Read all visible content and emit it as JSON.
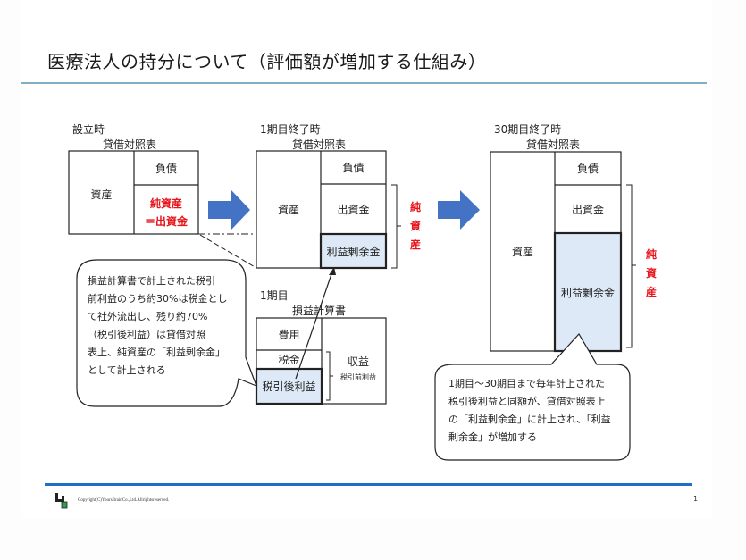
{
  "page": {
    "title": "医療法人の持分について（評価額が増加する仕組み）",
    "page_number": "1",
    "copyright": "Copyright(C)YoursBrainCo.,Ltd.Allrightsreserved.",
    "logo_icon": "company-logo-icon"
  },
  "colors": {
    "accent_rule": "#7fb0c8",
    "footer_rule": "#1f6fc5",
    "arrow_fill": "#4472c4",
    "highlight_fill": "#dde9f6",
    "red_text": "#e8141b"
  },
  "establishment": {
    "heading": "設立時",
    "subtitle": "貸借対照表",
    "assets": "資産",
    "liabilities": "負債",
    "net_assets_line1": "純資産",
    "net_assets_line2": "＝出資金"
  },
  "period1": {
    "heading": "1期目終了時",
    "subtitle": "貸借対照表",
    "assets": "資産",
    "liabilities": "負債",
    "capital": "出資金",
    "retained_earnings": "利益剰余金",
    "net_assets_vertical": [
      "純",
      "資",
      "産"
    ]
  },
  "period30": {
    "heading": "30期目終了時",
    "subtitle": "貸借対照表",
    "assets": "資産",
    "liabilities": "負債",
    "capital": "出資金",
    "retained_earnings": "利益剰余金",
    "net_assets_vertical": [
      "純",
      "資",
      "産"
    ]
  },
  "income_statement": {
    "heading": "1期目",
    "subtitle": "損益計算書",
    "expenses": "費用",
    "tax": "税金",
    "after_tax_profit": "税引後利益",
    "revenue": "収益",
    "pretax_profit": "税引前利益"
  },
  "callouts": {
    "left": [
      "損益計算書で計上された税引",
      "前利益のうち約30%は税金とし",
      "て社外流出し、残り約70%",
      "（税引後利益）は貸借対照",
      "表上、純資産の「利益剰余金」",
      "として計上される"
    ],
    "right": [
      "1期目～30期目まで毎年計上された",
      "税引後利益と同額が、貸借対照表上",
      "の「利益剰余金」に計上され、「利益",
      "剰余金」が増加する"
    ]
  }
}
